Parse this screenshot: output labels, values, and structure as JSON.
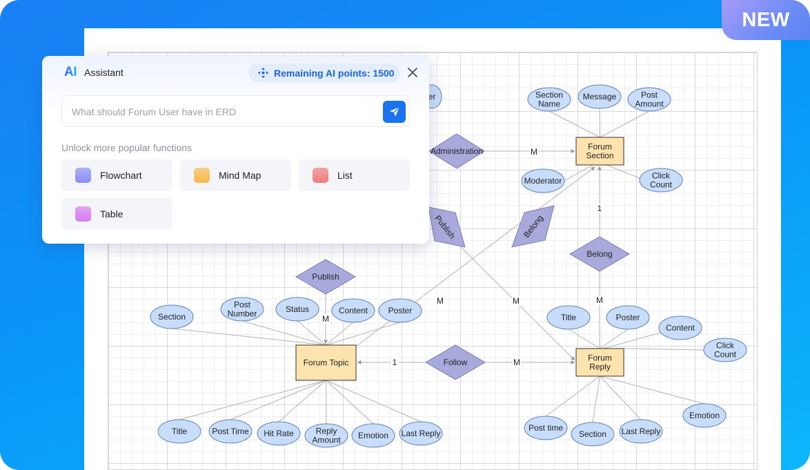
{
  "badge": {
    "label": "NEW"
  },
  "assistant": {
    "logo_text": "AI",
    "title": "Assistant",
    "points_label": "Remaining AI points: 1500",
    "prompt_placeholder": "What should Forum User have in ERD",
    "unlock_label": "Unlock more popular functions",
    "functions": [
      {
        "label": "Flowchart",
        "color": "#8b8ef6"
      },
      {
        "label": "Mind Map",
        "color": "#f6b94a"
      },
      {
        "label": "List",
        "color": "#f07b7b"
      },
      {
        "label": "Table",
        "color": "#d77bf0"
      }
    ]
  },
  "colors": {
    "entity_fill": "#fde3ae",
    "attribute_fill": "#c8ddfa",
    "relationship_fill": "#a9aadc",
    "accent": "#1a73ee"
  },
  "diagram": {
    "entities": [
      {
        "id": "forum_section",
        "label_lines": [
          "Forum",
          "Section"
        ]
      },
      {
        "id": "forum_topic",
        "label_lines": [
          "Forum Topic"
        ]
      },
      {
        "id": "forum_reply",
        "label_lines": [
          "Forum",
          "Reply"
        ]
      }
    ],
    "relationships": [
      {
        "id": "administration",
        "label": "Administration"
      },
      {
        "id": "publish_top",
        "label": "Publish"
      },
      {
        "id": "belong_diag",
        "label": "Belong"
      },
      {
        "id": "belong",
        "label": "Belong"
      },
      {
        "id": "publish",
        "label": "Publish"
      },
      {
        "id": "follow",
        "label": "Follow"
      }
    ],
    "attributes": [
      {
        "id": "section_name",
        "label_lines": [
          "Section",
          "Name"
        ]
      },
      {
        "id": "message",
        "label_lines": [
          "Message"
        ]
      },
      {
        "id": "post_amount",
        "label_lines": [
          "Post",
          "Amount"
        ]
      },
      {
        "id": "moderator",
        "label_lines": [
          "Moderator"
        ]
      },
      {
        "id": "click_count_section",
        "label_lines": [
          "Click",
          "Count"
        ]
      },
      {
        "id": "user_partial",
        "label_lines": [
          "er"
        ]
      },
      {
        "id": "section",
        "label_lines": [
          "Section"
        ]
      },
      {
        "id": "post_number",
        "label_lines": [
          "Post",
          "Number"
        ]
      },
      {
        "id": "status",
        "label_lines": [
          "Status"
        ]
      },
      {
        "id": "content_topic",
        "label_lines": [
          "Content"
        ]
      },
      {
        "id": "poster_topic",
        "label_lines": [
          "Poster"
        ]
      },
      {
        "id": "title_topic",
        "label_lines": [
          "Title"
        ]
      },
      {
        "id": "post_time_topic",
        "label_lines": [
          "Post Time"
        ]
      },
      {
        "id": "hit_rate",
        "label_lines": [
          "Hit Rate"
        ]
      },
      {
        "id": "reply_amount",
        "label_lines": [
          "Reply",
          "Amount"
        ]
      },
      {
        "id": "emotion_topic",
        "label_lines": [
          "Emotion"
        ]
      },
      {
        "id": "last_reply_topic",
        "label_lines": [
          "Last Reply"
        ]
      },
      {
        "id": "title_reply",
        "label_lines": [
          "Title"
        ]
      },
      {
        "id": "poster_reply",
        "label_lines": [
          "Poster"
        ]
      },
      {
        "id": "content_reply",
        "label_lines": [
          "Content"
        ]
      },
      {
        "id": "click_count_reply",
        "label_lines": [
          "Click",
          "Count"
        ]
      },
      {
        "id": "post_time_reply",
        "label_lines": [
          "Post time"
        ]
      },
      {
        "id": "section_reply",
        "label_lines": [
          "Section"
        ]
      },
      {
        "id": "last_reply_reply",
        "label_lines": [
          "Last Reply"
        ]
      },
      {
        "id": "emotion_reply",
        "label_lines": [
          "Emotion"
        ]
      }
    ],
    "cardinalities": [
      {
        "id": "administration_m",
        "label": "M"
      },
      {
        "id": "belong_1",
        "label": "1"
      },
      {
        "id": "belong_m",
        "label": "M"
      },
      {
        "id": "publish_m",
        "label": "M"
      },
      {
        "id": "belong_diag_m",
        "label": "M"
      },
      {
        "id": "publish_top_m",
        "label": "M"
      },
      {
        "id": "follow_1",
        "label": "1"
      },
      {
        "id": "follow_m",
        "label": "M"
      }
    ]
  }
}
